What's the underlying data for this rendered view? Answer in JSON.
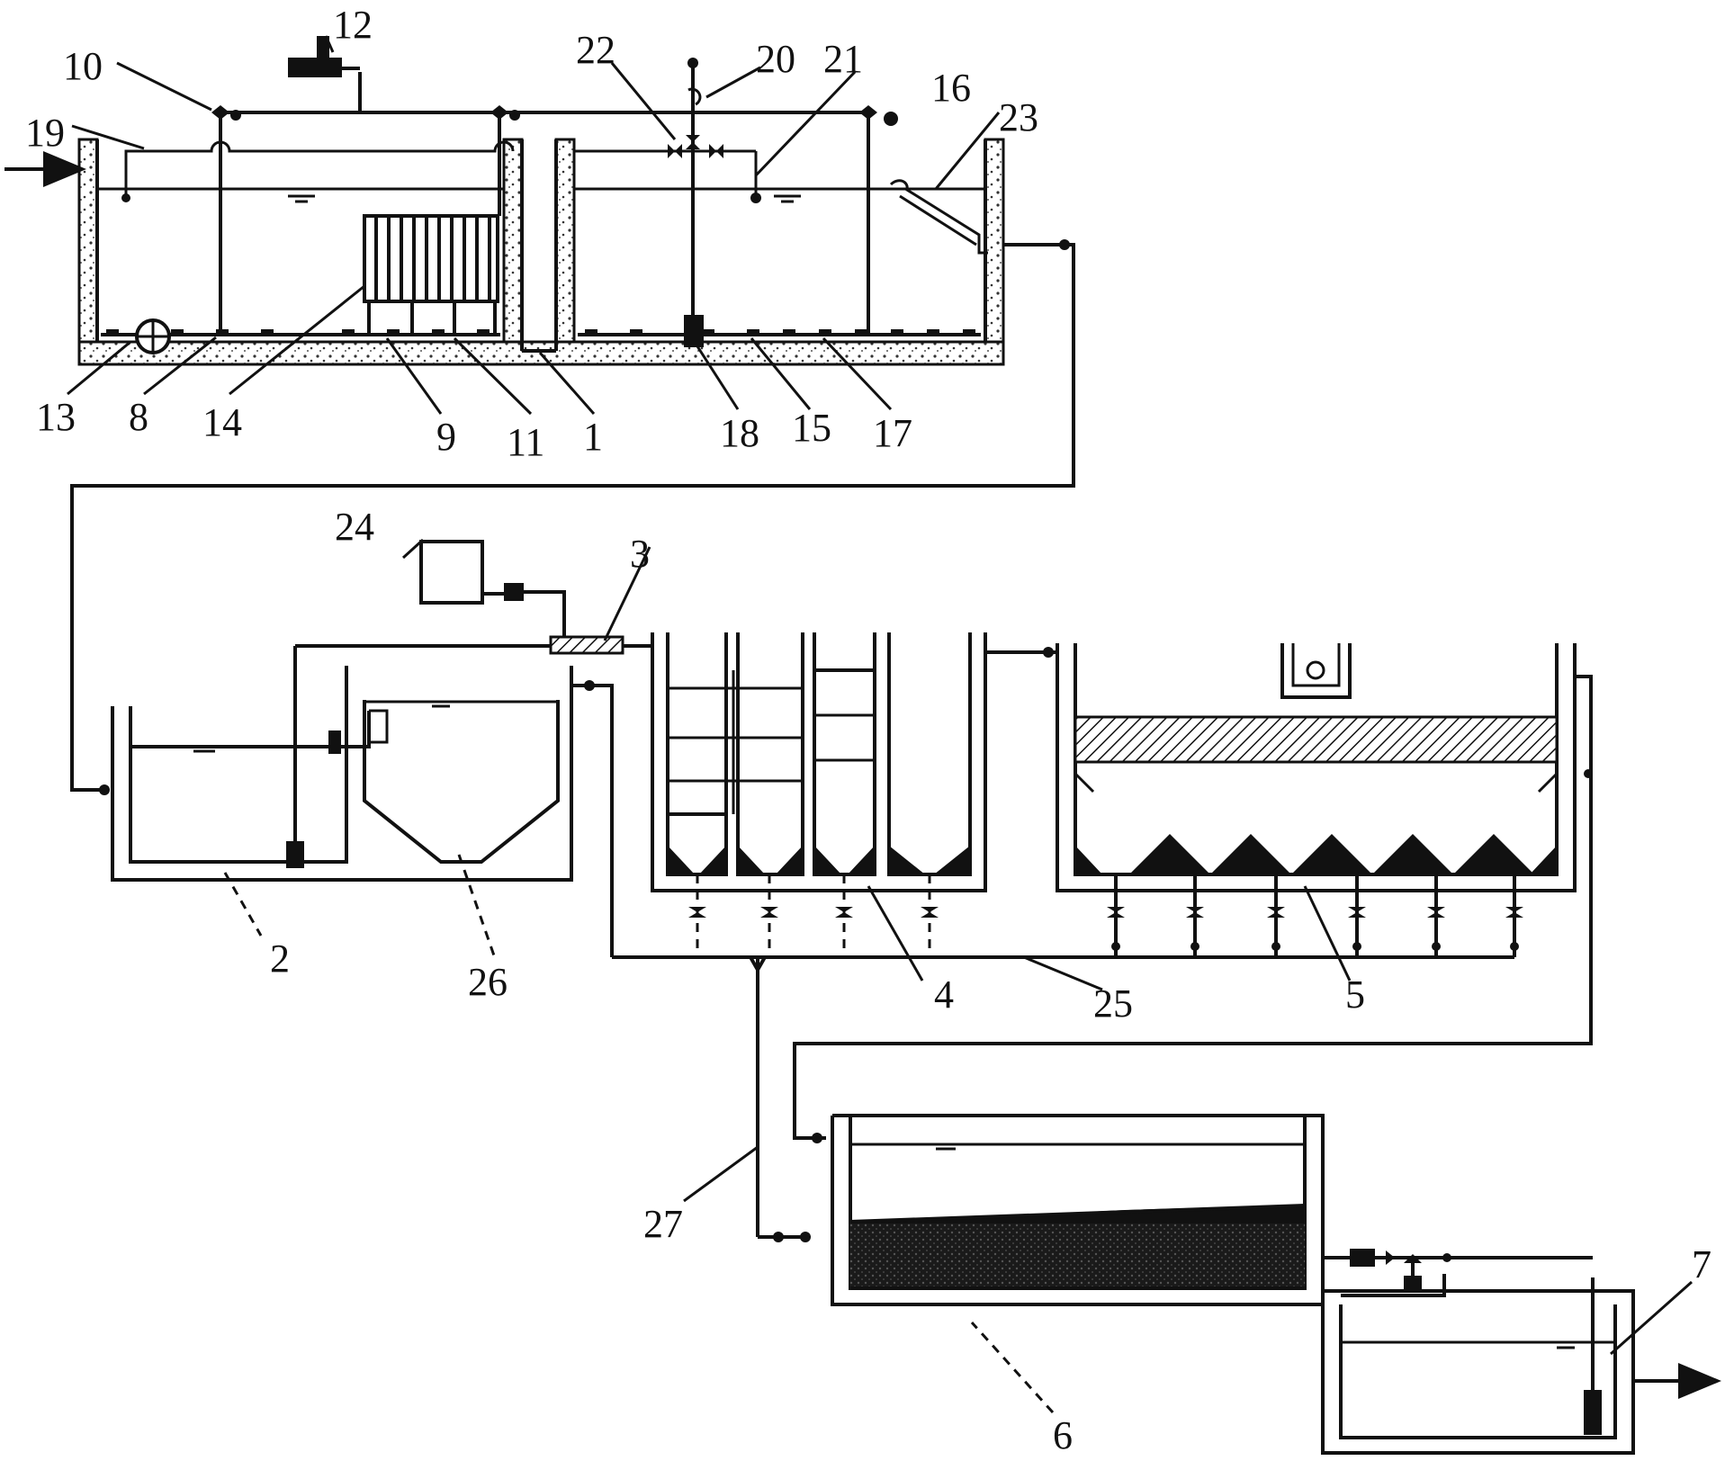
{
  "labels": {
    "l1": "1",
    "l2": "2",
    "l3": "3",
    "l4": "4",
    "l5": "5",
    "l6": "6",
    "l7": "7",
    "l8": "8",
    "l9": "9",
    "l10": "10",
    "l11": "11",
    "l12": "12",
    "l13": "13",
    "l14": "14",
    "l15": "15",
    "l16": "16",
    "l17": "17",
    "l18": "18",
    "l19": "19",
    "l20": "20",
    "l21": "21",
    "l22": "22",
    "l23": "23",
    "l24": "24",
    "l25": "25",
    "l26": "26",
    "l27": "27"
  }
}
